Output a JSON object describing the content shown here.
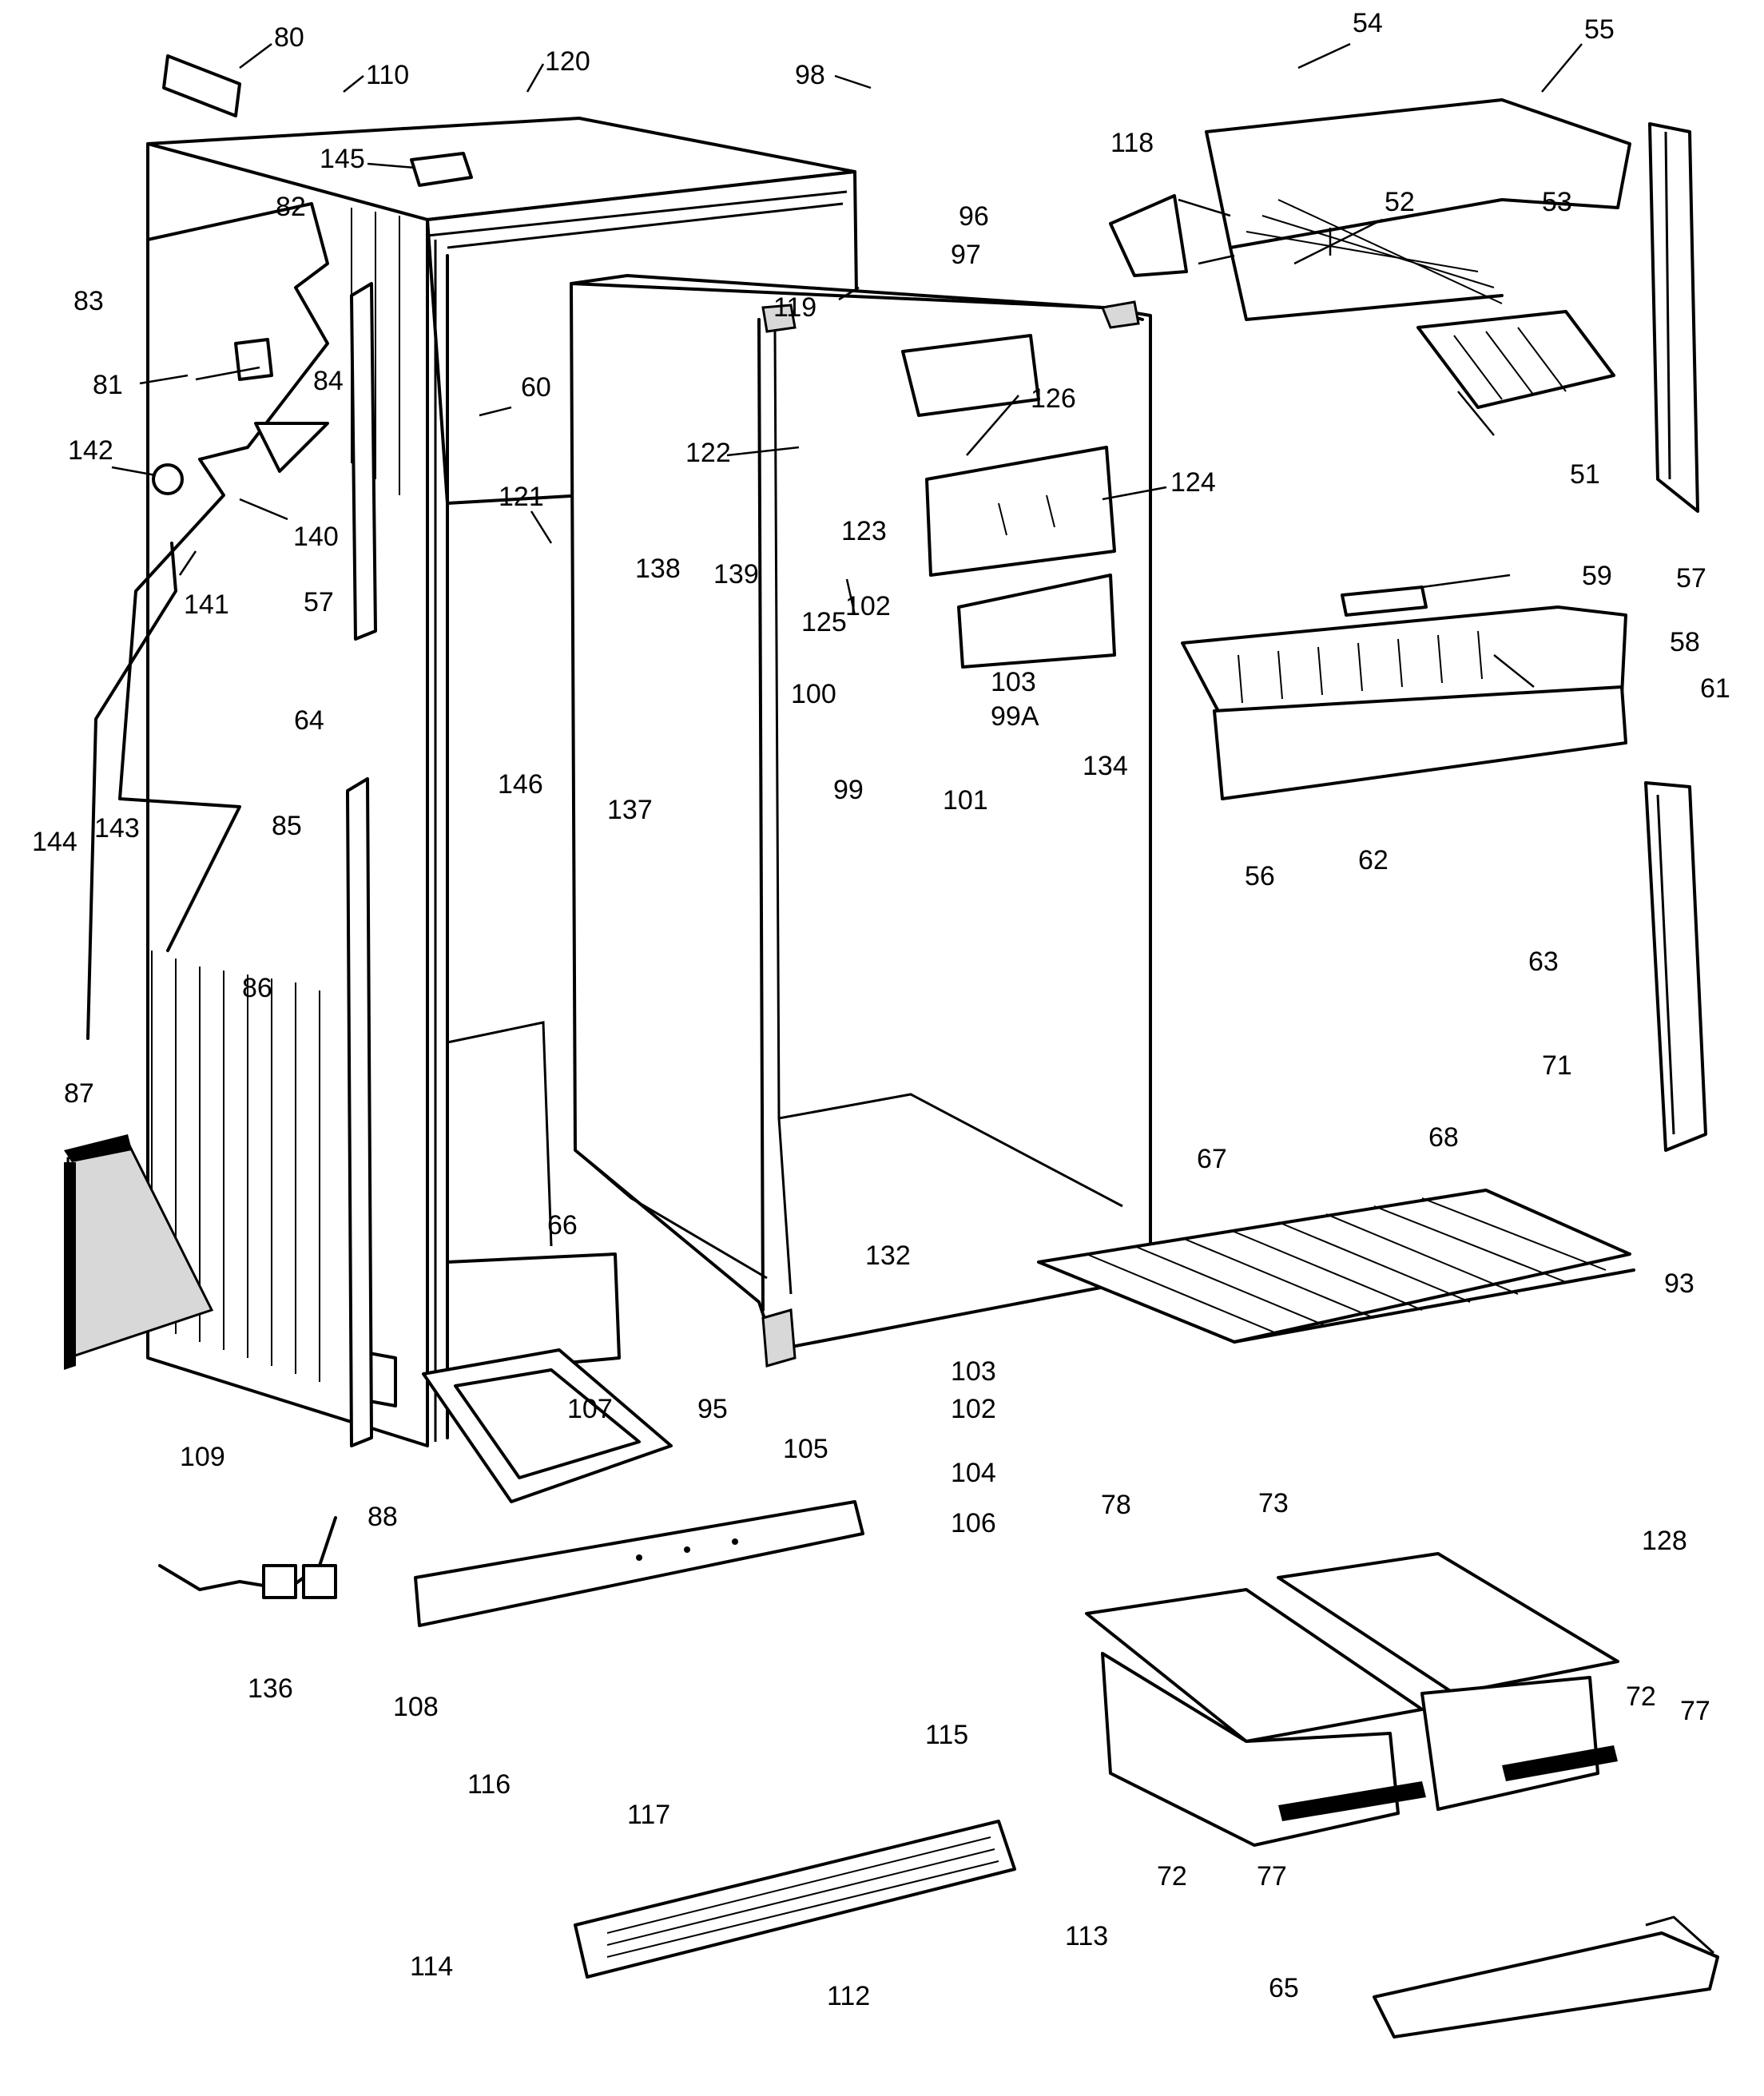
{
  "diagram": {
    "callouts": [
      {
        "id": "c80",
        "text": "80"
      },
      {
        "id": "c110",
        "text": "110"
      },
      {
        "id": "c120",
        "text": "120"
      },
      {
        "id": "c98",
        "text": "98"
      },
      {
        "id": "c54",
        "text": "54"
      },
      {
        "id": "c55",
        "text": "55"
      },
      {
        "id": "c145",
        "text": "145"
      },
      {
        "id": "c96",
        "text": "96"
      },
      {
        "id": "c97",
        "text": "97"
      },
      {
        "id": "c118",
        "text": "118"
      },
      {
        "id": "c52",
        "text": "52"
      },
      {
        "id": "c53",
        "text": "53"
      },
      {
        "id": "c82",
        "text": "82"
      },
      {
        "id": "c83",
        "text": "83"
      },
      {
        "id": "c119",
        "text": "119"
      },
      {
        "id": "c81",
        "text": "81"
      },
      {
        "id": "c84",
        "text": "84"
      },
      {
        "id": "c60",
        "text": "60"
      },
      {
        "id": "c126",
        "text": "126"
      },
      {
        "id": "c51",
        "text": "51"
      },
      {
        "id": "c142",
        "text": "142"
      },
      {
        "id": "c122",
        "text": "122"
      },
      {
        "id": "c124",
        "text": "124"
      },
      {
        "id": "c121",
        "text": "121"
      },
      {
        "id": "c140",
        "text": "140"
      },
      {
        "id": "c123",
        "text": "123"
      },
      {
        "id": "c141",
        "text": "141"
      },
      {
        "id": "c57a",
        "text": "57"
      },
      {
        "id": "c57b",
        "text": "57"
      },
      {
        "id": "c138",
        "text": "138"
      },
      {
        "id": "c139",
        "text": "139"
      },
      {
        "id": "c59",
        "text": "59"
      },
      {
        "id": "c102a",
        "text": "102"
      },
      {
        "id": "c125",
        "text": "125"
      },
      {
        "id": "c58",
        "text": "58"
      },
      {
        "id": "c100",
        "text": "100"
      },
      {
        "id": "c103a",
        "text": "103"
      },
      {
        "id": "c61",
        "text": "61"
      },
      {
        "id": "c99a",
        "text": "99A"
      },
      {
        "id": "c64",
        "text": "64"
      },
      {
        "id": "c134",
        "text": "134"
      },
      {
        "id": "c99",
        "text": "99"
      },
      {
        "id": "c101",
        "text": "101"
      },
      {
        "id": "c146",
        "text": "146"
      },
      {
        "id": "c137",
        "text": "137"
      },
      {
        "id": "c143",
        "text": "143"
      },
      {
        "id": "c85",
        "text": "85"
      },
      {
        "id": "c144",
        "text": "144"
      },
      {
        "id": "c56",
        "text": "56"
      },
      {
        "id": "c62",
        "text": "62"
      },
      {
        "id": "c63",
        "text": "63"
      },
      {
        "id": "c86",
        "text": "86"
      },
      {
        "id": "c87",
        "text": "87"
      },
      {
        "id": "c71",
        "text": "71"
      },
      {
        "id": "c67",
        "text": "67"
      },
      {
        "id": "c68",
        "text": "68"
      },
      {
        "id": "c66",
        "text": "66"
      },
      {
        "id": "c132",
        "text": "132"
      },
      {
        "id": "c93",
        "text": "93"
      },
      {
        "id": "c103b",
        "text": "103"
      },
      {
        "id": "c107",
        "text": "107"
      },
      {
        "id": "c95",
        "text": "95"
      },
      {
        "id": "c102b",
        "text": "102"
      },
      {
        "id": "c109",
        "text": "109"
      },
      {
        "id": "c105",
        "text": "105"
      },
      {
        "id": "c104",
        "text": "104"
      },
      {
        "id": "c88",
        "text": "88"
      },
      {
        "id": "c106",
        "text": "106"
      },
      {
        "id": "c78",
        "text": "78"
      },
      {
        "id": "c73",
        "text": "73"
      },
      {
        "id": "c128",
        "text": "128"
      },
      {
        "id": "c136",
        "text": "136"
      },
      {
        "id": "c115",
        "text": "115"
      },
      {
        "id": "c72a",
        "text": "72"
      },
      {
        "id": "c77a",
        "text": "77"
      },
      {
        "id": "c108",
        "text": "108"
      },
      {
        "id": "c116",
        "text": "116"
      },
      {
        "id": "c117",
        "text": "117"
      },
      {
        "id": "c72b",
        "text": "72"
      },
      {
        "id": "c77b",
        "text": "77"
      },
      {
        "id": "c113",
        "text": "113"
      },
      {
        "id": "c114",
        "text": "114"
      },
      {
        "id": "c112",
        "text": "112"
      },
      {
        "id": "c65",
        "text": "65"
      }
    ]
  }
}
